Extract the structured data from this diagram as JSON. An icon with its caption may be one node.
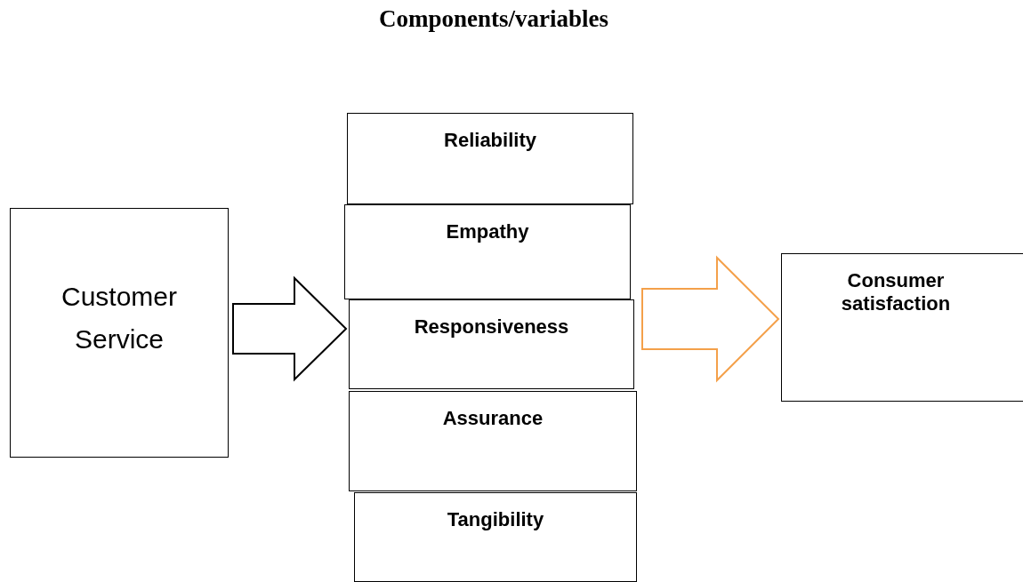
{
  "diagram": {
    "title": "Components/variables",
    "nodes": [
      {
        "text": [
          "Customer Service"
        ]
      },
      {
        "text": [
          "Reliability"
        ]
      },
      {
        "text": [
          "Empathy"
        ]
      },
      {
        "text": [
          "Responsiveness"
        ]
      },
      {
        "text": [
          "Assurance"
        ]
      },
      {
        "text": [
          "Tangibility"
        ]
      },
      {
        "text": [
          "Consumer satisfaction"
        ]
      }
    ],
    "edges": [
      {
        "from": 0,
        "to": 3,
        "arrow": "to"
      },
      {
        "from": 3,
        "to": 6,
        "arrow": "to",
        "color": "#f4a04a"
      }
    ]
  }
}
